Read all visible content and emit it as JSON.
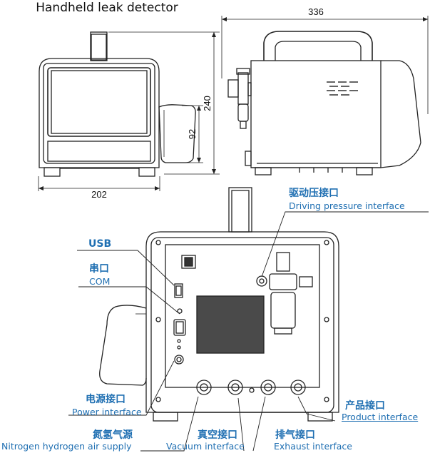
{
  "title": "Handheld leak detector",
  "dimensions": {
    "length": "336",
    "width": "202",
    "height": "240",
    "handle": "92"
  },
  "callouts": {
    "driving": {
      "cn": "驱动压接口",
      "en": "Driving pressure interface"
    },
    "usb": {
      "cn": "USB"
    },
    "com": {
      "cn": "串口",
      "en": "COM"
    },
    "power": {
      "cn": "电源接口",
      "en": "Power interface"
    },
    "product": {
      "cn": "产品接口",
      "en": "Product interface"
    },
    "nitrogen": {
      "cn": "氮氢气源",
      "en": "Nitrogen hydrogen air supply"
    },
    "vacuum": {
      "cn": "真空接口",
      "en": "Vacuum interface"
    },
    "exhaust": {
      "cn": "排气接口",
      "en": "Exhaust interface"
    }
  },
  "colors": {
    "label": "#1f6fb2",
    "line": "#222222",
    "screen": "#4a4a4a"
  }
}
